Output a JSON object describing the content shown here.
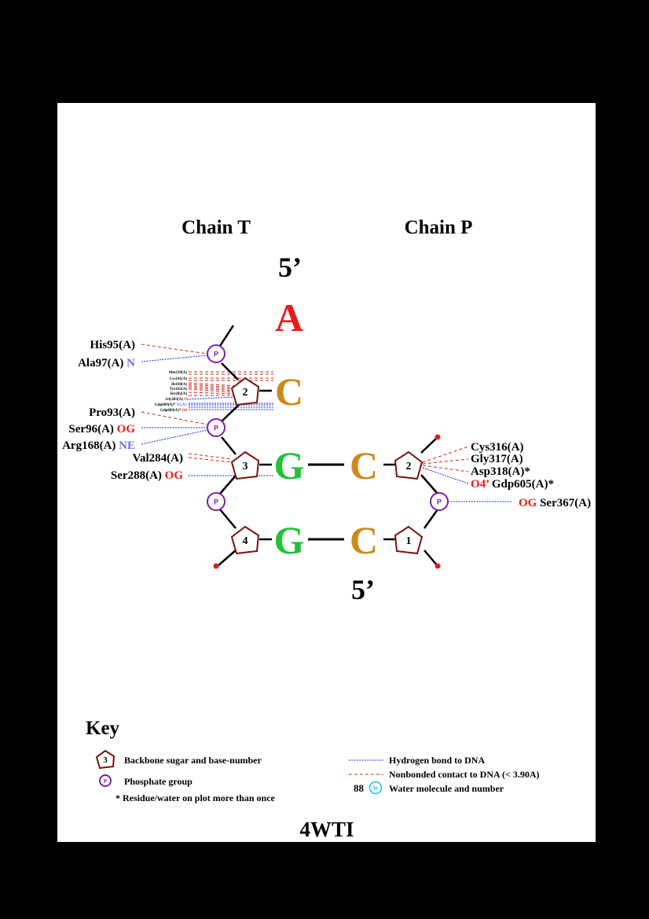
{
  "chain_left_title": "Chain T",
  "chain_right_title": "Chain P",
  "prime_top": "5’",
  "prime_bottom": "5’",
  "pdb_code": "4WTI",
  "bases": {
    "t_a": "A",
    "t_c": "C",
    "t_g3": "G",
    "t_g4": "G",
    "p_c2": "C",
    "p_c1": "C"
  },
  "sugars": {
    "t2": "2",
    "t3": "3",
    "t4": "4",
    "p2": "2",
    "p1": "1"
  },
  "phosphate_label": "P",
  "residues": {
    "his95": "His95(A)",
    "ala97": "Ala97(A)",
    "ala97_atom": "N",
    "pro93": "Pro93(A)",
    "ser96": "Ser96(A)",
    "ser96_atom": "OG",
    "arg168": "Arg168(A)",
    "arg168_atom": "NE",
    "val284": "Val284(A)",
    "ser288": "Ser288(A)",
    "ser288_atom": "OG",
    "cys316": "Cys316(A)",
    "gly317": "Gly317(A)",
    "asp318": "Asp318(A)*",
    "gdp605_atom": "O4’",
    "gdp605": "Gdp605(A)*",
    "ser367_atom": "OG",
    "ser367": "Ser367(A)"
  },
  "small_labels": {
    "met139": "Met139(A)",
    "lys141": "Lys141(A)",
    "ile160": "Ile160(A)",
    "tyr162": "Tyr162(A)",
    "ser282": "Ser282(A)",
    "gly283": "Gly283(A)",
    "gly283_atom": "O",
    "gdp609a": "Gdp609(A)*",
    "gdp609a_atom": "N2,N1",
    "gdp609b": "Gdp609(A)*",
    "gdp609b_atom": "O6"
  },
  "key": {
    "title": "Key",
    "sugar_example": "3",
    "backbone": "Backbone sugar and base-number",
    "phosphate": "Phosphate group",
    "repeat_note": "* Residue/water on plot more than once",
    "hbond": "Hydrogen bond to DNA",
    "nonbonded": "Nonbonded contact to DNA (< 3.90A)",
    "water_number": "88",
    "water_symbol": "W",
    "water": "Water molecule and number"
  },
  "colors": {
    "adenine": "#e81c1c",
    "cytosine": "#cc8a1a",
    "guanine": "#22c23a",
    "atom_o": "#e81c1c",
    "atom_n": "#6f6fe8",
    "hbond": "#1f2bd6",
    "nonbonded": "#c8281e",
    "sugar": "#7a1010",
    "phosphate": "#7b22a8",
    "water": "#18c8d8"
  }
}
